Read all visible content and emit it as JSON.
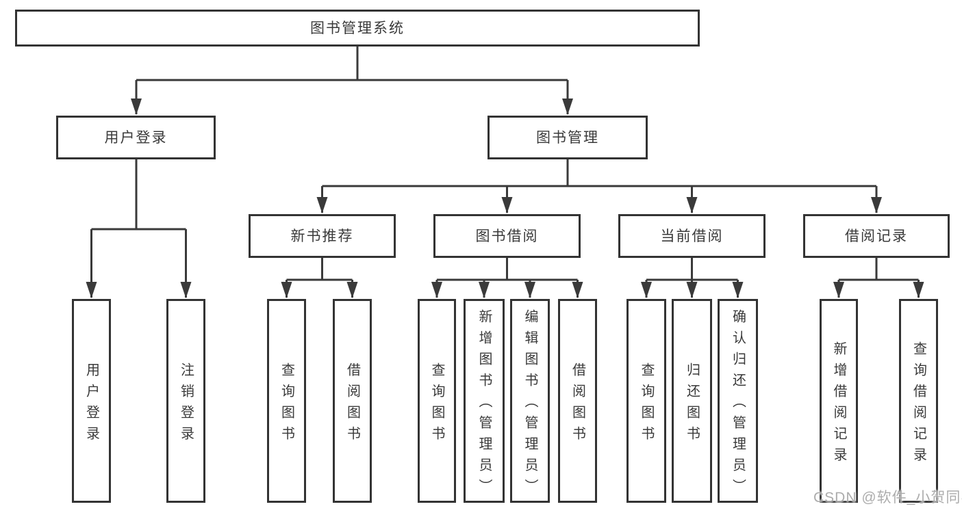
{
  "diagram": {
    "title": "图书管理系统",
    "tree": {
      "label": "图书管理系统",
      "children": [
        {
          "label": "用户登录",
          "children": [
            {
              "label": "用户登录"
            },
            {
              "label": "注销登录"
            }
          ]
        },
        {
          "label": "图书管理",
          "children": [
            {
              "label": "新书推荐",
              "children": [
                {
                  "label": "查询图书"
                },
                {
                  "label": "借阅图书"
                }
              ]
            },
            {
              "label": "图书借阅",
              "children": [
                {
                  "label": "查询图书"
                },
                {
                  "label": "新增图书（管理员）"
                },
                {
                  "label": "编辑图书（管理员）"
                },
                {
                  "label": "借阅图书"
                }
              ]
            },
            {
              "label": "当前借阅",
              "children": [
                {
                  "label": "查询图书"
                },
                {
                  "label": "归还图书"
                },
                {
                  "label": "确认归还（管理员）"
                }
              ]
            },
            {
              "label": "借阅记录",
              "children": [
                {
                  "label": "新增借阅记录"
                },
                {
                  "label": "查询借阅记录"
                }
              ]
            }
          ]
        }
      ]
    },
    "colors": {
      "line": "#3a3a3a",
      "box_border": "#333333",
      "text": "#3a3a3a",
      "background": "#ffffff",
      "watermark": "#9e9e9e"
    }
  },
  "watermark": {
    "text": "CSDN @软件_小贺同学"
  }
}
